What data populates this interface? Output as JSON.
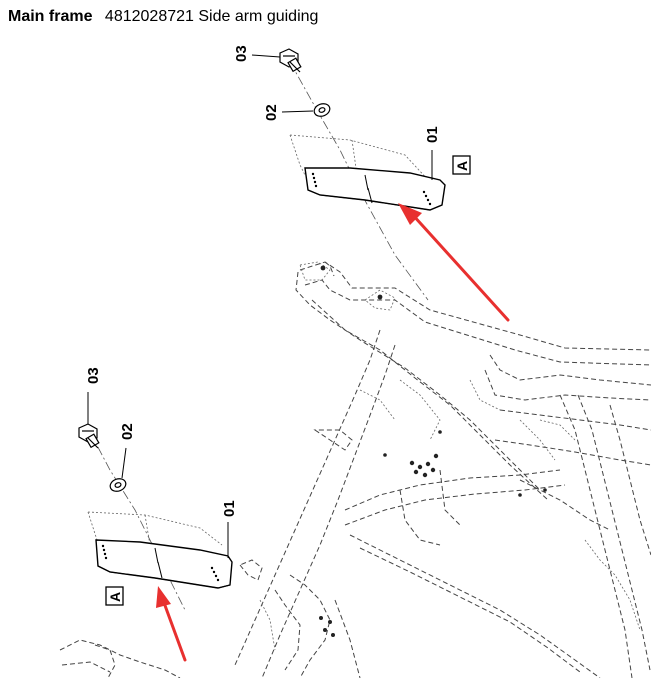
{
  "header": {
    "title": "Main frame",
    "part_number": "4812028721",
    "description": "Side arm guiding"
  },
  "callouts": {
    "top_bolt": "03",
    "top_washer": "02",
    "top_plate": "01",
    "top_view": "A",
    "bottom_bolt": "03",
    "bottom_washer": "02",
    "bottom_plate": "01",
    "bottom_view": "A"
  },
  "colors": {
    "arrow": "#e8302f",
    "line": "#000000"
  }
}
